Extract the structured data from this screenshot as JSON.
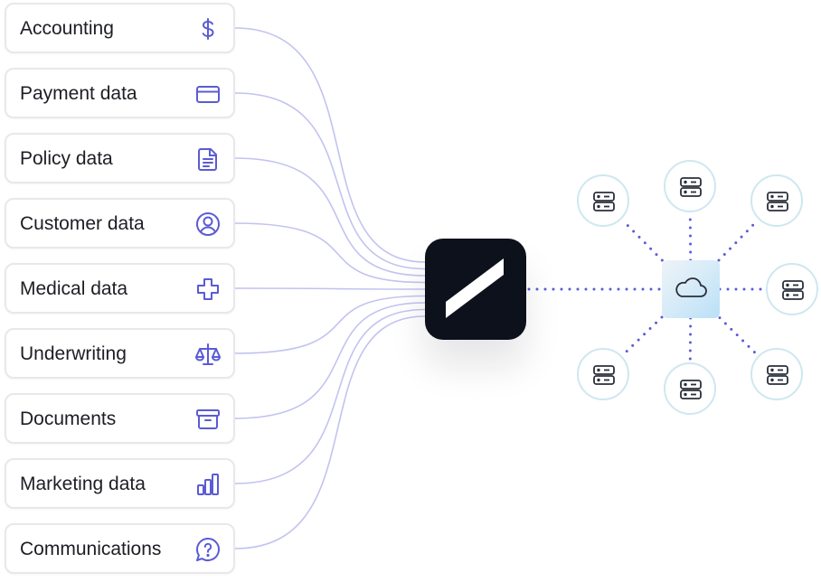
{
  "sources": [
    {
      "label": "Accounting",
      "icon": "dollar-icon"
    },
    {
      "label": "Payment data",
      "icon": "credit-card-icon"
    },
    {
      "label": "Policy data",
      "icon": "document-icon"
    },
    {
      "label": "Customer data",
      "icon": "user-circle-icon"
    },
    {
      "label": "Medical data",
      "icon": "medical-cross-icon"
    },
    {
      "label": "Underwriting",
      "icon": "scales-icon"
    },
    {
      "label": "Documents",
      "icon": "archive-box-icon"
    },
    {
      "label": "Marketing data",
      "icon": "bar-chart-icon"
    },
    {
      "label": "Communications",
      "icon": "chat-question-icon"
    }
  ],
  "hub": {
    "icon": "slash-logo-icon"
  },
  "cloud": {
    "icon": "cloud-icon"
  },
  "servers": [
    {
      "icon": "server-icon"
    },
    {
      "icon": "server-icon"
    },
    {
      "icon": "server-icon"
    },
    {
      "icon": "server-icon"
    },
    {
      "icon": "server-icon"
    },
    {
      "icon": "server-icon"
    },
    {
      "icon": "server-icon"
    }
  ],
  "colors": {
    "icon_accent": "#5b5bd6",
    "connector_line": "#c2c3f0",
    "dotted_link": "#5b5bd6",
    "hub_background": "#0d111b",
    "server_ring": "#cfe7f0"
  }
}
